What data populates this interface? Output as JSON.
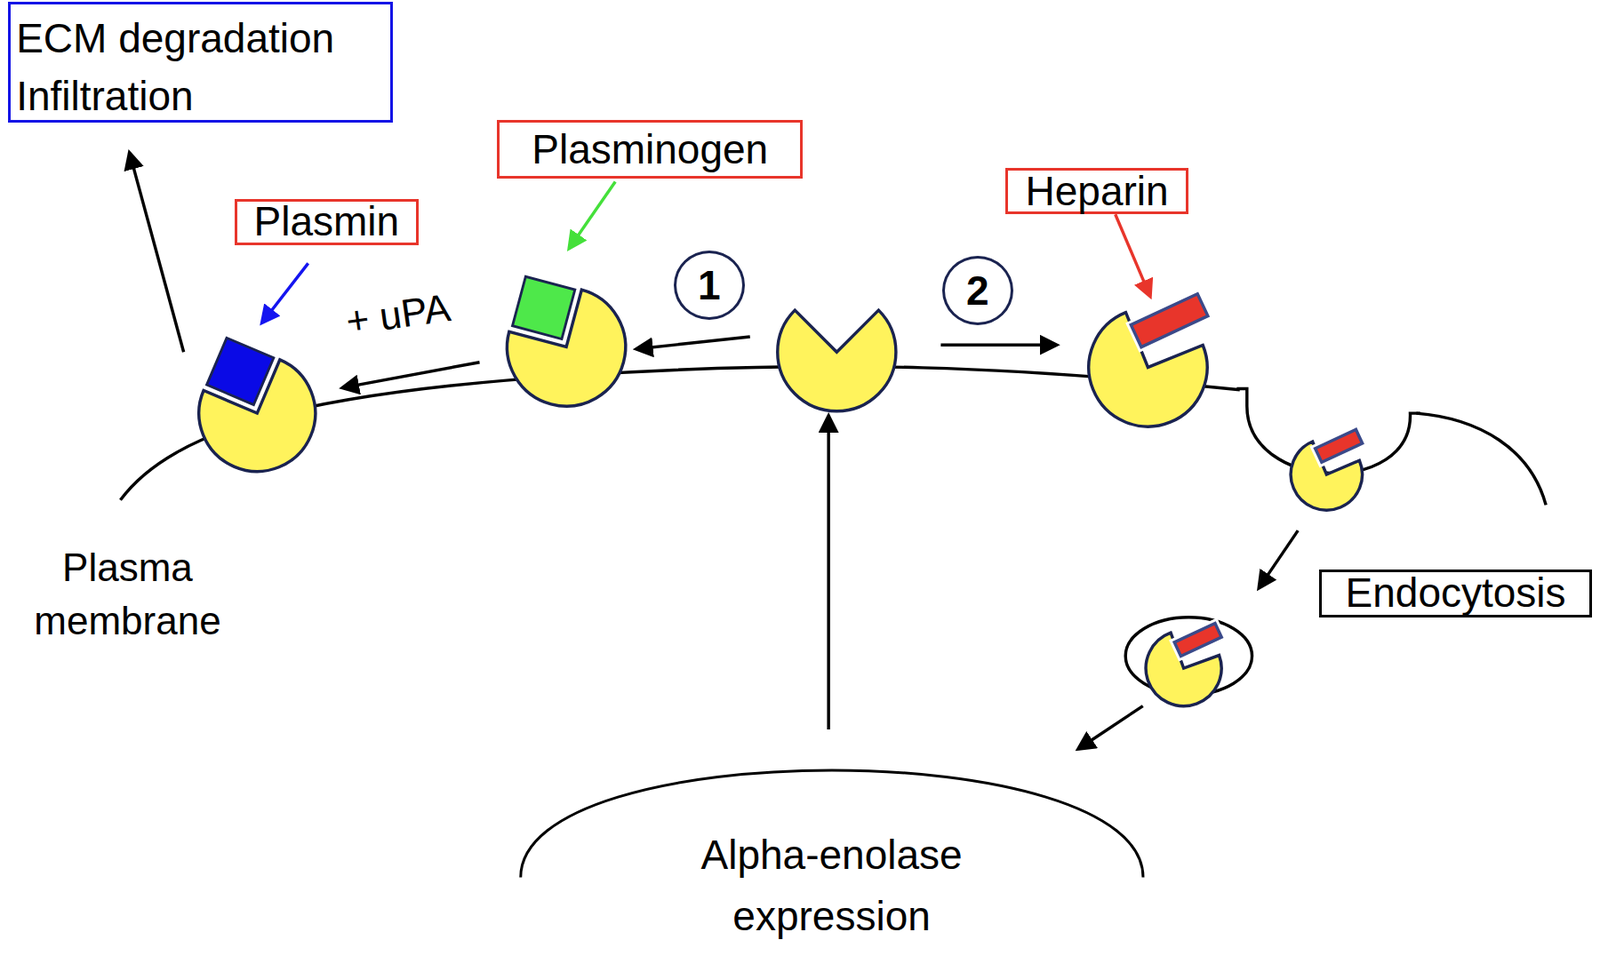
{
  "diagram": {
    "nodes": [
      {
        "text": [
          "ECM degradation Infiltration"
        ]
      },
      {
        "text": [
          "Plasmin"
        ]
      },
      {
        "text": [
          "Plasminogen"
        ]
      },
      {
        "text": [
          "Heparin"
        ]
      },
      {
        "text": [
          "Endocytosis"
        ]
      },
      {
        "text": [
          "Alpha-enolase expression"
        ]
      }
    ],
    "labels": [
      "+ uPA",
      "1",
      "2",
      "Plasma membrane"
    ]
  }
}
